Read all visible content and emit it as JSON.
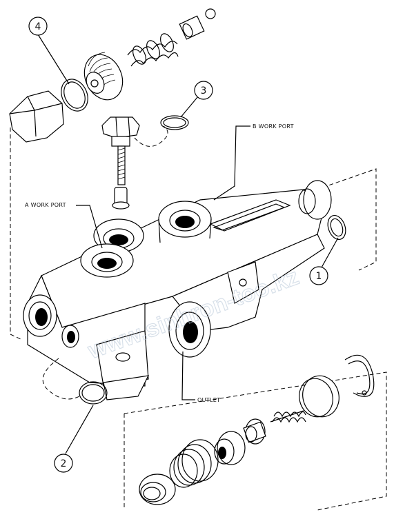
{
  "labels": {
    "b_work_port": "B WORK PORT",
    "a_work_port": "A WORK PORT",
    "outlet": "OUTLET"
  },
  "callouts": {
    "c1": "1",
    "c2": "2",
    "c3": "3",
    "c4": "4"
  },
  "watermark": "www.sinhron-too.kz",
  "colors": {
    "line": "#000000",
    "background": "#ffffff",
    "watermark": "#b8c7d8"
  }
}
